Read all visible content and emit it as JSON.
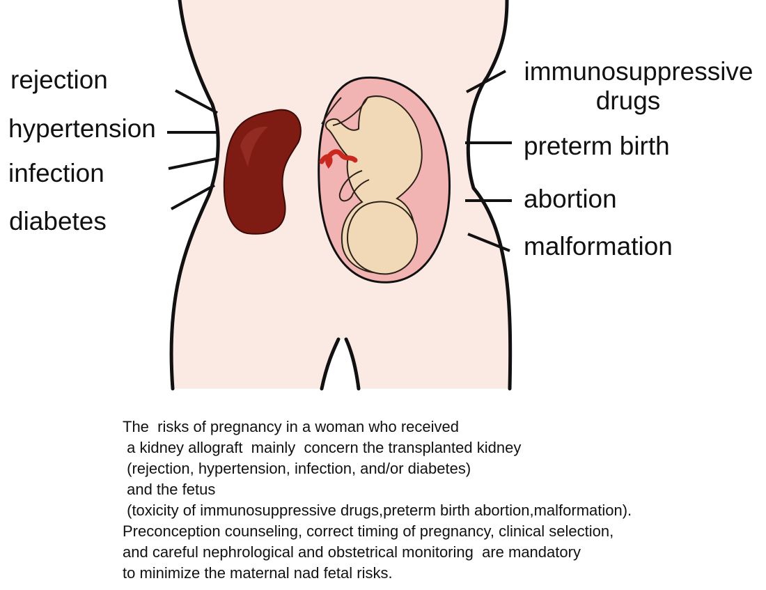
{
  "maternal_risks": [
    "rejection",
    "hypertension",
    "infection",
    "diabetes"
  ],
  "fetal_risks": {
    "drugs_line1": "immunosuppressive",
    "drugs_line2": "drugs",
    "preterm": "preterm birth",
    "abortion": "abortion",
    "malformation": "malformation"
  },
  "caption": [
    "The  risks of pregnancy in a woman who received",
    " a kidney allograft  mainly  concern the transplanted kidney",
    " (rejection, hypertension, infection, and/or diabetes)",
    " and the fetus",
    " (toxicity of immunosuppressive drugs,preterm birth abortion,malformation).",
    "Preconception counseling, correct timing of pregnancy, clinical selection,",
    "and careful nephrological and obstetrical monitoring  are mandatory",
    "to minimize the maternal nad fetal risks."
  ],
  "colors": {
    "skin": "#fbe9e3",
    "outline": "#111111",
    "kidney": "#7e1c14",
    "uterus": "#f2b4b2",
    "fetus": "#f1d9b8",
    "cord": "#c8281e"
  }
}
